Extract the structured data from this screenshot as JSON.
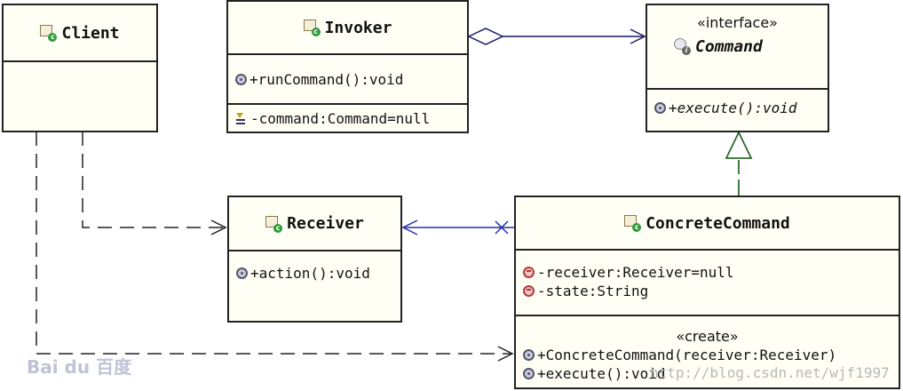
{
  "classes": {
    "client": {
      "name": "Client"
    },
    "invoker": {
      "name": "Invoker",
      "operations": [
        "+runCommand():void"
      ],
      "fields": [
        "-command:Command=null"
      ]
    },
    "command": {
      "stereotype": "«interface»",
      "name": "Command",
      "operations": [
        "+execute():void"
      ]
    },
    "receiver": {
      "name": "Receiver",
      "operations": [
        "+action():void"
      ]
    },
    "concrete_command": {
      "name": "ConcreteCommand",
      "fields": [
        "-receiver:Receiver=null",
        "-state:String"
      ],
      "constructor_stereotype": "«create»",
      "operations": [
        "+ConcreteCommand(receiver:Receiver)",
        "+execute():void"
      ]
    }
  },
  "relations": [
    {
      "type": "aggregation",
      "from": "Invoker",
      "to": "Command",
      "color": "#1a1a66"
    },
    {
      "type": "realization",
      "from": "ConcreteCommand",
      "to": "Command",
      "color": "#2e6b2e"
    },
    {
      "type": "association",
      "from": "ConcreteCommand",
      "to": "Receiver",
      "color": "#2233aa"
    },
    {
      "type": "dependency",
      "from": "Client",
      "to": "Receiver",
      "color": "#222222"
    },
    {
      "type": "dependency",
      "from": "Client",
      "to": "ConcreteCommand",
      "color": "#222222"
    }
  ],
  "watermarks": {
    "left": "Bai du 百度",
    "right": "http://blog.csdn.net/wjf1997"
  }
}
